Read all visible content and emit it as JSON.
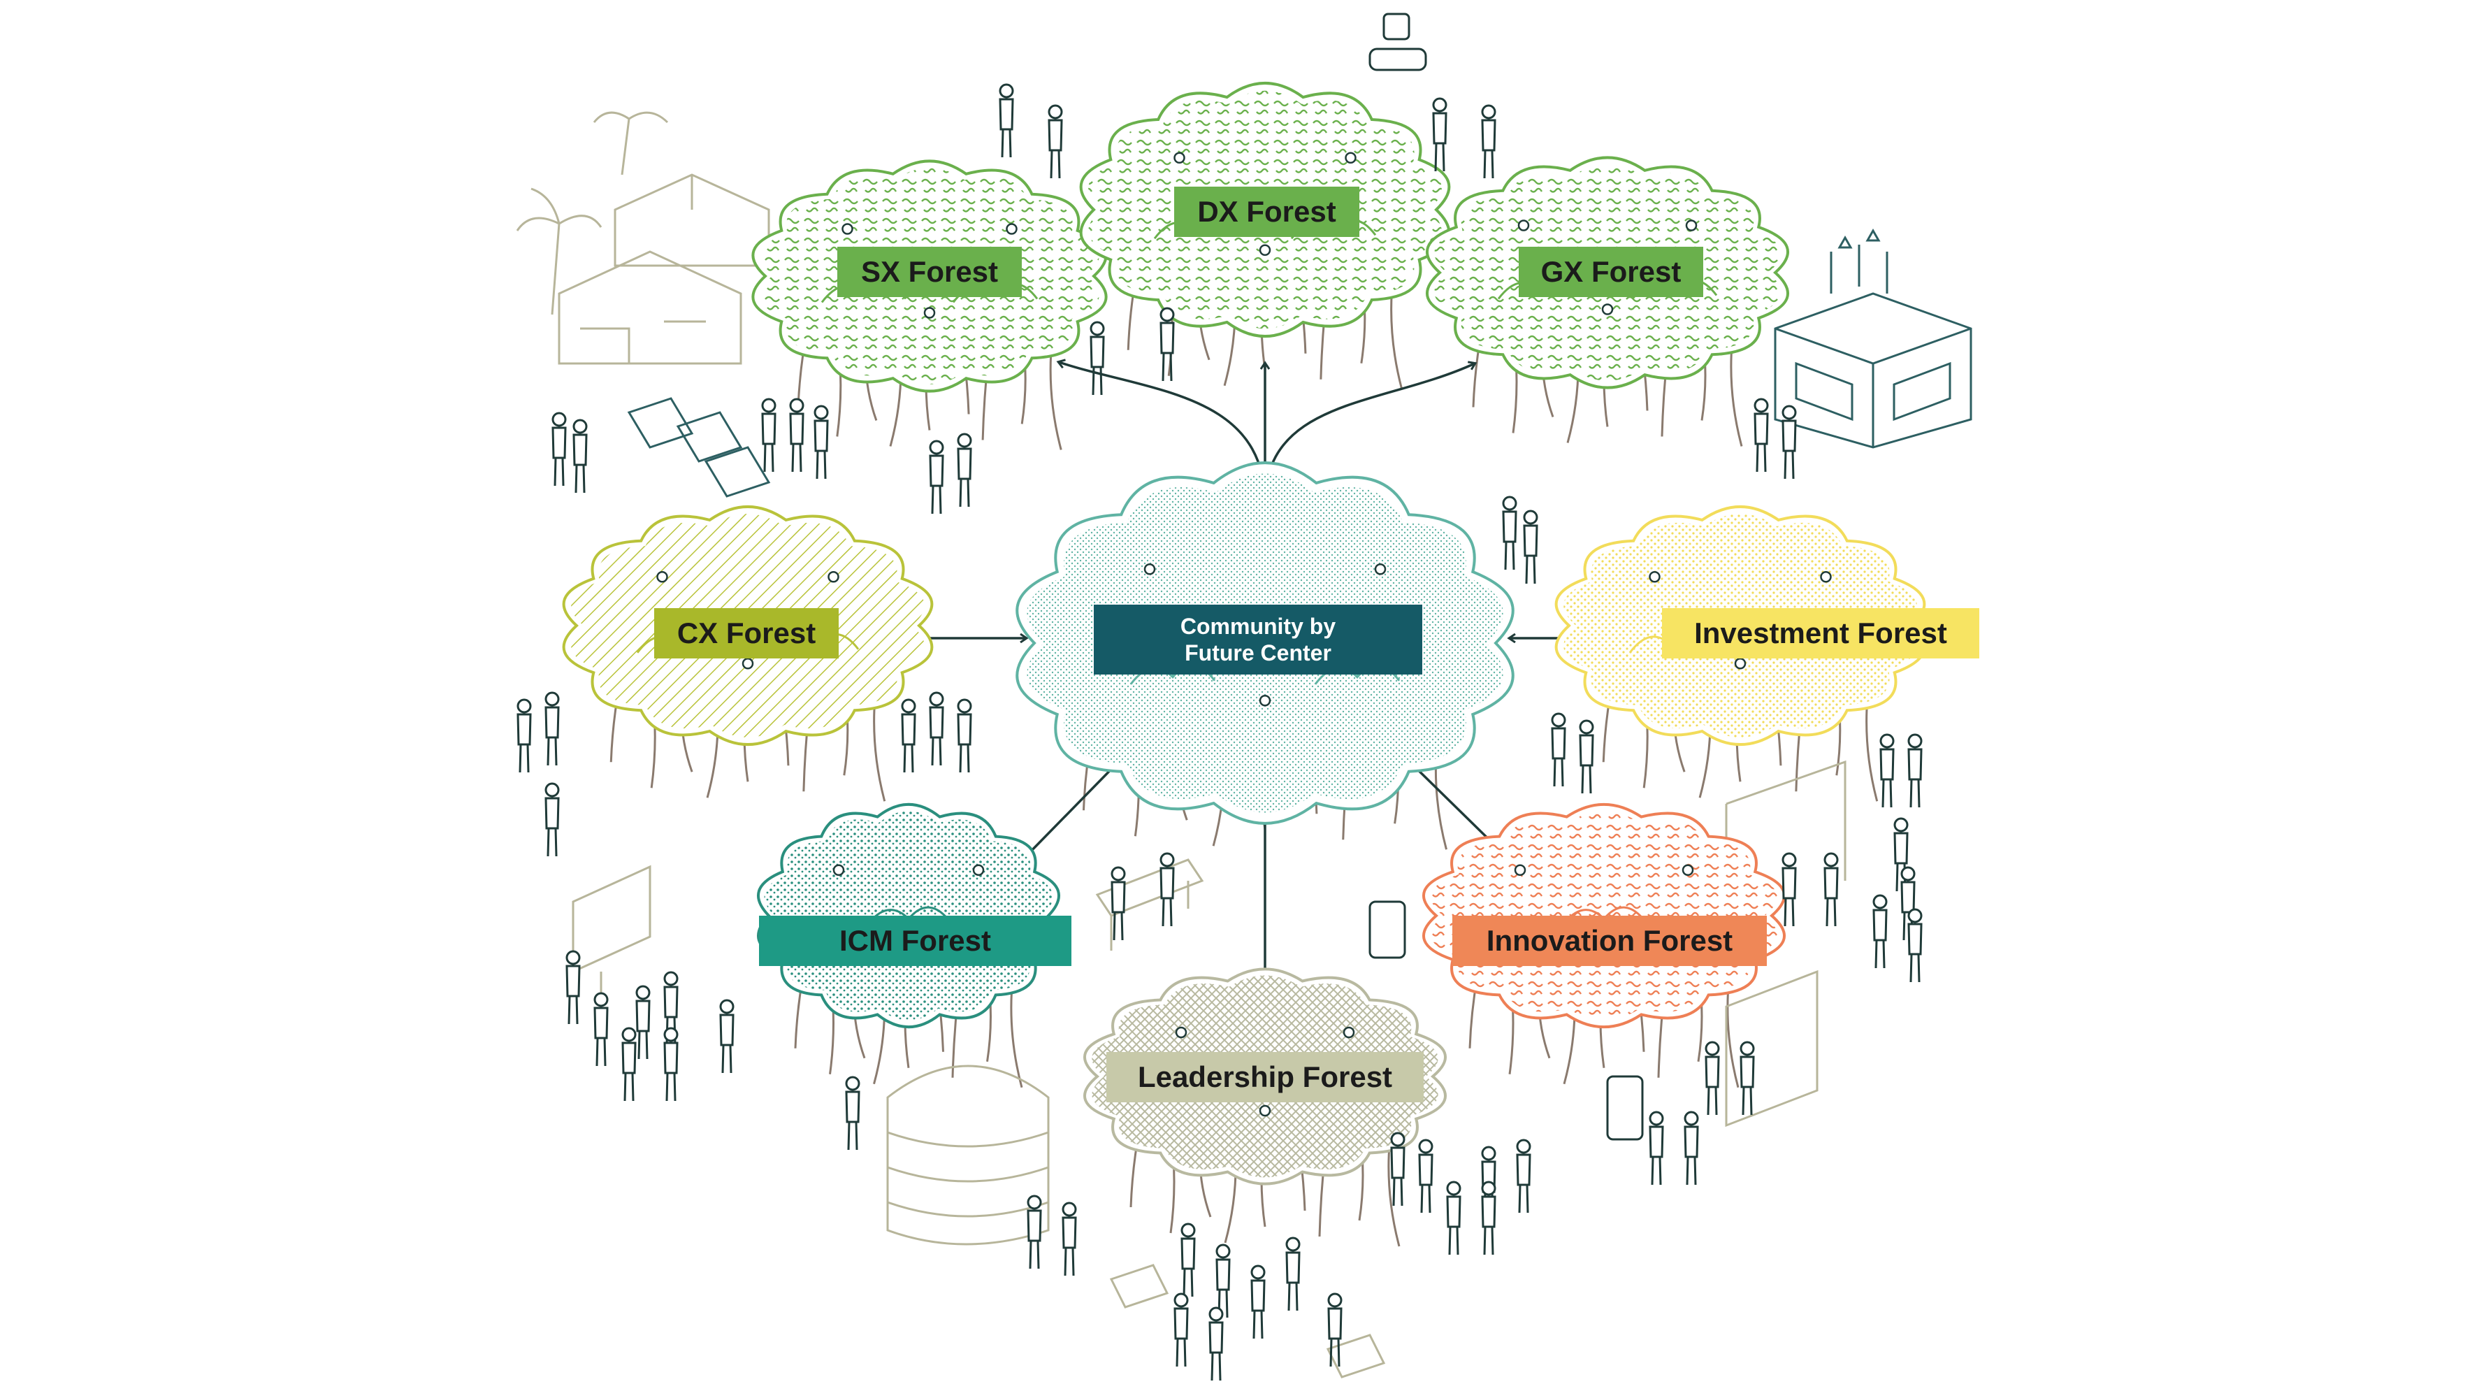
{
  "colors": {
    "line": "#1f3a38",
    "root": "#8a7a6e",
    "center_box": "#155a66",
    "center_cloud": "#5fb3a3"
  },
  "center": {
    "title_line1": "Community by",
    "title_line2": "Future Center",
    "color": "#155a66"
  },
  "forests": [
    {
      "id": "sx",
      "name": "SX Forest",
      "label_bg": "#6ab04c",
      "outline": "#6ab04c",
      "pattern": "squiggle"
    },
    {
      "id": "dx",
      "name": "DX Forest",
      "label_bg": "#6ab04c",
      "outline": "#6ab04c",
      "pattern": "squiggle"
    },
    {
      "id": "gx",
      "name": "GX Forest",
      "label_bg": "#6ab04c",
      "outline": "#6ab04c",
      "pattern": "squiggle"
    },
    {
      "id": "cx",
      "name": "CX Forest",
      "label_bg": "#a9b82a",
      "outline": "#b9c33a",
      "pattern": "hatch"
    },
    {
      "id": "investment",
      "name": "Investment Forest",
      "label_bg": "#f7e463",
      "outline": "#f2dc5a",
      "pattern": "dots"
    },
    {
      "id": "icm",
      "name": "ICM Forest",
      "label_bg": "#1e9a85",
      "outline": "#2a8f7e",
      "pattern": "dots"
    },
    {
      "id": "innovation",
      "name": "Innovation Forest",
      "label_bg": "#ef8757",
      "outline": "#ee7f55",
      "pattern": "squiggle"
    },
    {
      "id": "leadership",
      "name": "Leadership Forest",
      "label_bg": "#c7c9a9",
      "outline": "#b8b9a0",
      "pattern": "crosshatch"
    }
  ]
}
